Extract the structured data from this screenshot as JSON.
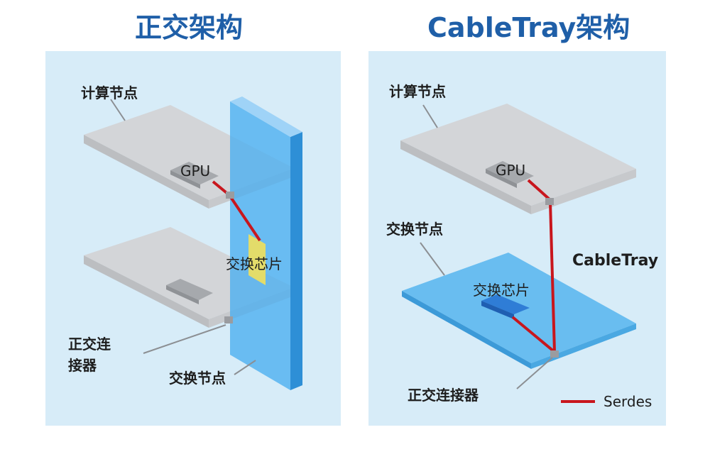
{
  "left": {
    "title": "正交架构",
    "labels": {
      "compute_node": "计算节点",
      "gpu": "GPU",
      "switch_chip": "交换芯片",
      "orthogonal_connector_line1": "正交连",
      "orthogonal_connector_line2": "接器",
      "switch_node": "交换节点"
    }
  },
  "right": {
    "title": "CableTray架构",
    "labels": {
      "compute_node": "计算节点",
      "gpu": "GPU",
      "switch_node": "交换节点",
      "cable_tray": "CableTray",
      "switch_chip": "交换芯片",
      "orthogonal_connector": "正交连接器"
    },
    "legend": {
      "serdes": "Serdes"
    }
  },
  "colors": {
    "title": "#1f5fa8",
    "panel_bg": "#d7ecf8",
    "board_top": "#d3d5d8",
    "board_side": "#bcbec1",
    "switch_plane": "#5fb6ef",
    "switch_chip_yellow": "#e3dc6a",
    "switch_chip_blue": "#2f7dd6",
    "serdes_line": "#c8161d"
  }
}
